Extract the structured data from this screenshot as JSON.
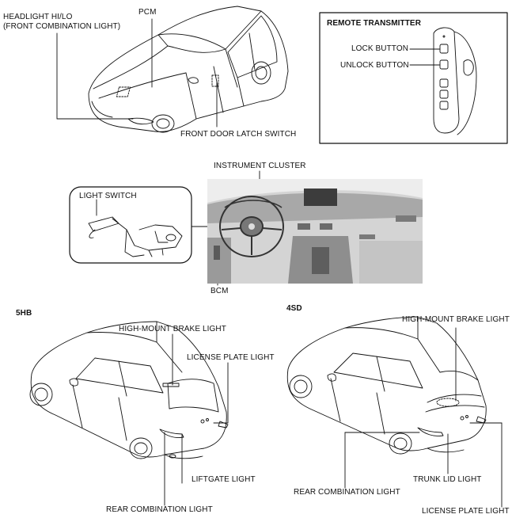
{
  "labels": {
    "headlight": "HEADLIGHT HI/LO",
    "headlight_sub": "(FRONT COMBINATION LIGHT)",
    "pcm": "PCM",
    "front_door_latch": "FRONT DOOR LATCH SWITCH",
    "remote_title": "REMOTE TRANSMITTER",
    "lock_button": "LOCK BUTTON",
    "unlock_button": "UNLOCK BUTTON",
    "instrument_cluster": "INSTRUMENT CLUSTER",
    "light_switch": "LIGHT SWITCH",
    "bcm": "BCM",
    "variant_hb": "5HB",
    "variant_sd": "4SD",
    "hb_high_mount": "HIGH-MOUNT BRAKE LIGHT",
    "hb_license": "LICENSE PLATE LIGHT",
    "hb_liftgate": "LIFTGATE LIGHT",
    "hb_rear_comb": "REAR COMBINATION LIGHT",
    "sd_high_mount": "HIGH-MOUNT BRAKE LIGHT",
    "sd_rear_comb": "REAR COMBINATION LIGHT",
    "sd_trunk_lid": "TRUNK LID LIGHT",
    "sd_license": "LICENSE PLATE LIGHT"
  },
  "colors": {
    "line": "#111111",
    "dashboard": "#b9b9b9",
    "dashboard_dark": "#5a5a5a"
  }
}
